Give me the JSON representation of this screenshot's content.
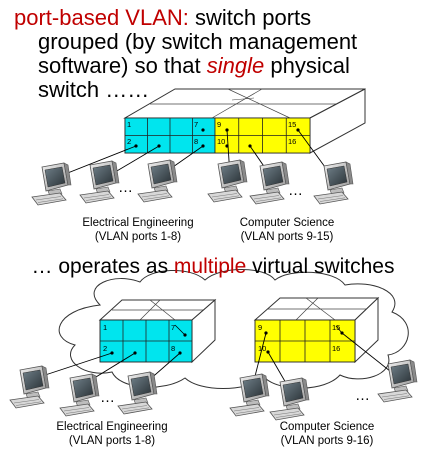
{
  "heading": {
    "red": "port-based VLAN:",
    "l1": " switch ports",
    "l2": "grouped (by switch management",
    "l3a": "software) so that ",
    "l3b": "single",
    "l3c": " physical",
    "l4": "switch ……"
  },
  "subheading": {
    "a": "… operates as ",
    "b": "multiple",
    "c": " virtual switches"
  },
  "ellipsis": "…",
  "colors": {
    "ee_ports": "#00e5ee",
    "cs_ports": "#ffff00",
    "accent": "#c00000"
  },
  "top_switch": {
    "ee_ports": [
      "1",
      "2",
      "7",
      "8"
    ],
    "cs_ports": [
      "9",
      "10",
      "15",
      "16"
    ],
    "ee_caption": {
      "l1": "Electrical Engineering",
      "l2": "(VLAN ports 1-8)"
    },
    "cs_caption": {
      "l1": "Computer Science",
      "l2": "(VLAN ports 9-15)"
    }
  },
  "bottom_switches": {
    "ee_ports": [
      "1",
      "2",
      "7",
      "8"
    ],
    "cs_ports": [
      "9",
      "10",
      "15",
      "16"
    ],
    "ee_caption": {
      "l1": "Electrical Engineering",
      "l2": "(VLAN ports 1-8)"
    },
    "cs_caption": {
      "l1": "Computer Science",
      "l2": "(VLAN ports 9-16)"
    }
  }
}
